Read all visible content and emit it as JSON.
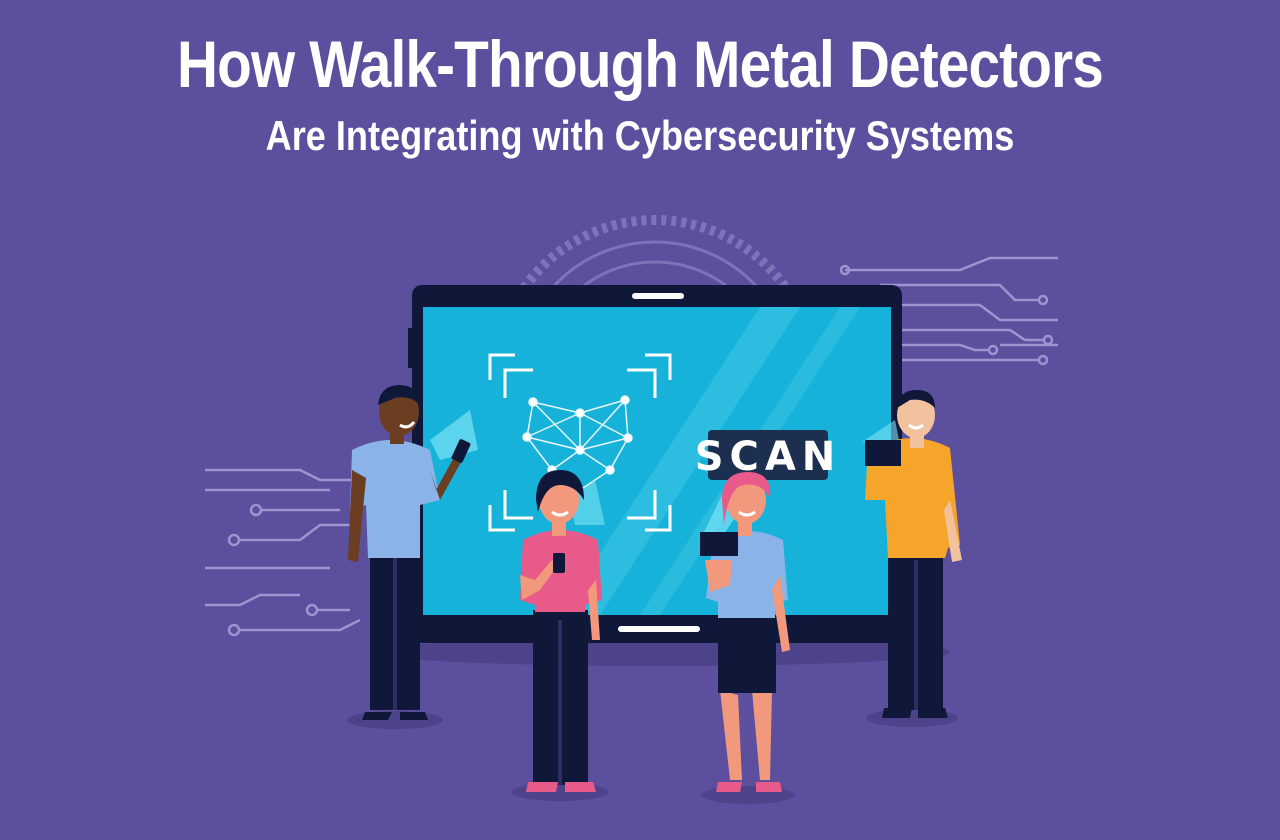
{
  "header": {
    "title": "How Walk-Through Metal Detectors",
    "subtitle": "Are Integrating with Cybersecurity Systems"
  },
  "screen": {
    "badge_label": "SCAN"
  },
  "colors": {
    "background": "#5b4f9e",
    "screen": "#17b2d9",
    "bezel": "#10183a",
    "yellow_shirt": "#f5a52a",
    "pink_shirt": "#e85a8a",
    "blue_shirt": "#8ab3e8"
  }
}
